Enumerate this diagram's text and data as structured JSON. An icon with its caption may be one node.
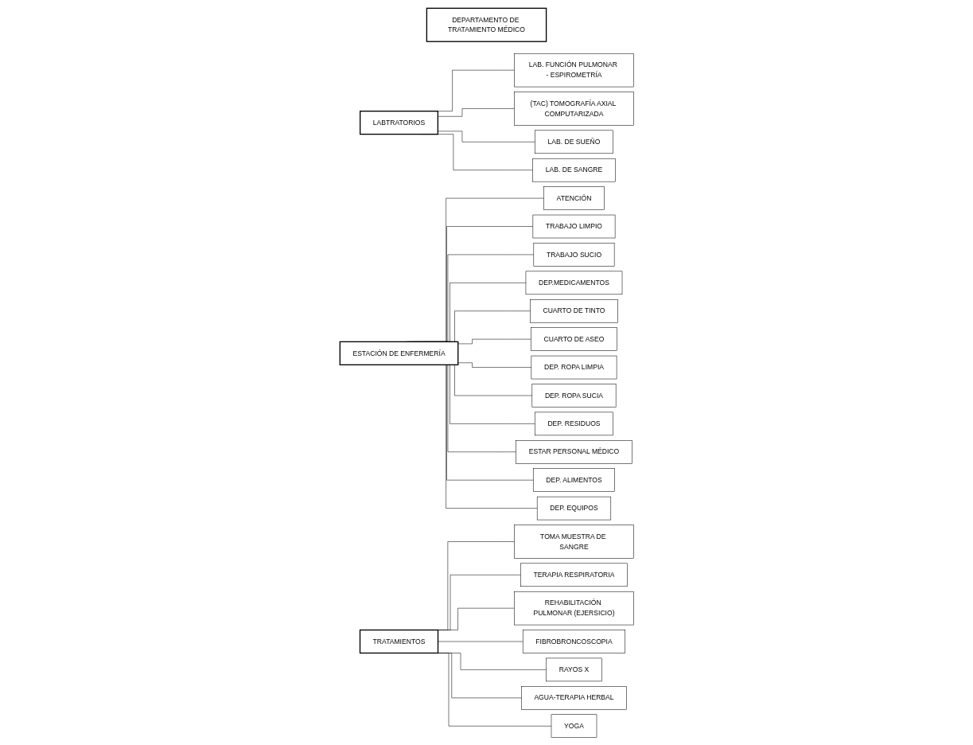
{
  "diagram": {
    "nodes": [
      {
        "text": [
          "DEPARTAMENTO DE TRATAMIENTO MÉDICO"
        ]
      },
      {
        "text": [
          "LABTRATORIOS"
        ]
      },
      {
        "text": [
          "LAB. FUNCIÓN PULMONAR - ESPIROMETRÍA"
        ]
      },
      {
        "text": [
          "(TAC) TOMOGRAFÍA AXIAL COMPUTARIZADA"
        ]
      },
      {
        "text": [
          "LAB. DE SUEÑO"
        ]
      },
      {
        "text": [
          "LAB. DE SANGRE"
        ]
      },
      {
        "text": [
          "ESTACIÓN DE ENFERMERÍA"
        ]
      },
      {
        "text": [
          "ATENCIÓN"
        ]
      },
      {
        "text": [
          "TRABAJO LIMPIO"
        ]
      },
      {
        "text": [
          "TRABAJO SUCIO"
        ]
      },
      {
        "text": [
          "DEP.MEDICAMENTOS"
        ]
      },
      {
        "text": [
          "CUARTO DE TINTO"
        ]
      },
      {
        "text": [
          "CUARTO DE ASEO"
        ]
      },
      {
        "text": [
          "DEP. ROPA LIMPIA"
        ]
      },
      {
        "text": [
          "DEP. ROPA SUCIA"
        ]
      },
      {
        "text": [
          "DEP. RESIDUOS"
        ]
      },
      {
        "text": [
          "ESTAR PERSONAL MÉDICO"
        ]
      },
      {
        "text": [
          "DEP. ALIMENTOS"
        ]
      },
      {
        "text": [
          "DEP. EQUIPOS"
        ]
      },
      {
        "text": [
          "TRATAMIENTOS"
        ]
      },
      {
        "text": [
          "TOMA MUESTRA DE SANGRE"
        ]
      },
      {
        "text": [
          "TERAPIA RESPIRATORIA"
        ]
      },
      {
        "text": [
          "REHABILITACIÓN PULMONAR (EJERSICIO)"
        ]
      },
      {
        "text": [
          "FIBROBRONCOSCOPIA"
        ]
      },
      {
        "text": [
          "RAYOS X"
        ]
      },
      {
        "text": [
          "AGUA-TERAPIA HERBAL"
        ]
      },
      {
        "text": [
          "YOGA"
        ]
      }
    ],
    "edges": [
      {
        "from": 1,
        "to": 2,
        "arrow": "none"
      },
      {
        "from": 1,
        "to": 3,
        "arrow": "none"
      },
      {
        "from": 1,
        "to": 4,
        "arrow": "none"
      },
      {
        "from": 1,
        "to": 5,
        "arrow": "none"
      },
      {
        "from": 6,
        "to": 7,
        "arrow": "none"
      },
      {
        "from": 6,
        "to": 8,
        "arrow": "none"
      },
      {
        "from": 6,
        "to": 9,
        "arrow": "none"
      },
      {
        "from": 6,
        "to": 10,
        "arrow": "none"
      },
      {
        "from": 6,
        "to": 11,
        "arrow": "none"
      },
      {
        "from": 6,
        "to": 12,
        "arrow": "none"
      },
      {
        "from": 6,
        "to": 13,
        "arrow": "none"
      },
      {
        "from": 6,
        "to": 14,
        "arrow": "none"
      },
      {
        "from": 6,
        "to": 15,
        "arrow": "none"
      },
      {
        "from": 6,
        "to": 16,
        "arrow": "none"
      },
      {
        "from": 6,
        "to": 17,
        "arrow": "none"
      },
      {
        "from": 6,
        "to": 18,
        "arrow": "none"
      },
      {
        "from": 19,
        "to": 20,
        "arrow": "none"
      },
      {
        "from": 19,
        "to": 21,
        "arrow": "none"
      },
      {
        "from": 19,
        "to": 22,
        "arrow": "none"
      },
      {
        "from": 19,
        "to": 23,
        "arrow": "none"
      },
      {
        "from": 19,
        "to": 24,
        "arrow": "none"
      },
      {
        "from": 19,
        "to": 25,
        "arrow": "none"
      },
      {
        "from": 19,
        "to": 26,
        "arrow": "none"
      }
    ]
  }
}
